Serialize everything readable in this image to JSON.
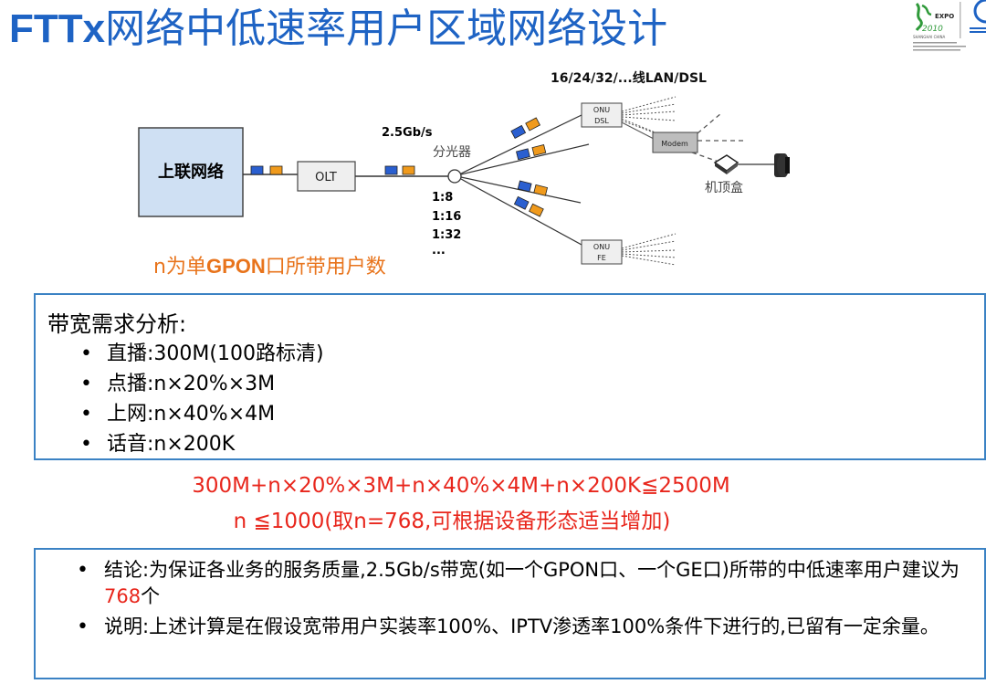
{
  "header": {
    "title_latin": "FTTx",
    "title_cjk": "网络中低速率用户区域网络设计"
  },
  "logo": {
    "expo_text": "EXPO",
    "year_text": "2010",
    "city_text": "SHANGHAI CHINA"
  },
  "diagram": {
    "uplink_label": "上联网络",
    "olt_label": "OLT",
    "rate_label": "2.5Gb/s",
    "splitter_label": "分光器",
    "ratios": [
      "1:8",
      "1:16",
      "1:32",
      "..."
    ],
    "lan_dsl_label": "16/24/32/...线LAN/DSL",
    "onu_dsl_label": [
      "ONU",
      "DSL"
    ],
    "onu_fe_label": [
      "ONU",
      "FE"
    ],
    "modem_label": "Modem",
    "stb_label": "机顶盒",
    "note_prefix": "n为单",
    "note_bold": "GPON",
    "note_suffix": "口所带用户数"
  },
  "analysis": {
    "title": "带宽需求分析:",
    "items": [
      "直播:300M(100路标清)",
      "点播:n×20%×3M",
      "上网:n×40%×4M",
      "话音:n×200K"
    ]
  },
  "formulas": {
    "line1": "300M+n×20%×3M+n×40%×4M+n×200K≦2500M",
    "line2": "n ≦1000(取n=768,可根据设备形态适当增加)"
  },
  "conclusion": {
    "item1_before": "结论:为保证各业务的服务质量,2.5Gb/s带宽(如一个GPON口、一个GE口)所带的中低速率用户建议为",
    "item1_highlight": "768",
    "item1_after": "个",
    "item2": "说明:上述计算是在假设宽带用户实装率100%、IPTV渗透率100%条件下进行的,已留有一定余量。"
  },
  "colors": {
    "title_blue": "#1e63c4",
    "box_border": "#3b82c4",
    "formula_red": "#e8261c",
    "note_orange": "#e8741c",
    "uplink_fill": "#cfe0f3",
    "frame_blue": "#2a5fd0",
    "frame_orange": "#f09a1c"
  }
}
